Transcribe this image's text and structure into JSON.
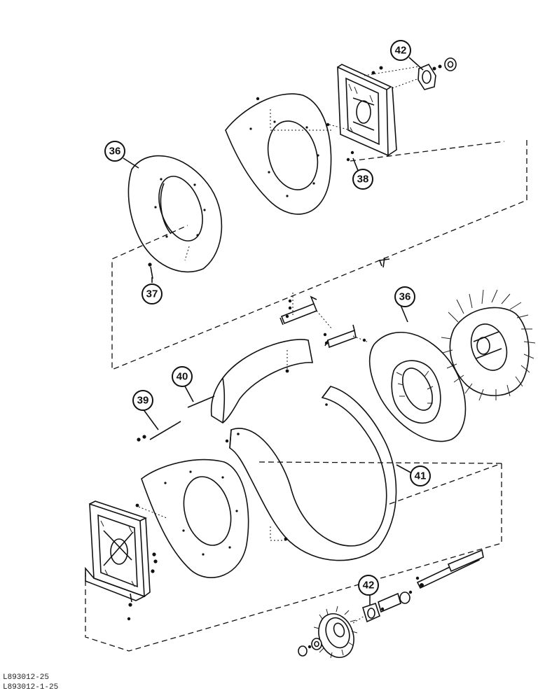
{
  "callouts": [
    {
      "id": "c42-top",
      "label": "42"
    },
    {
      "id": "c36-left",
      "label": "36"
    },
    {
      "id": "c38",
      "label": "38"
    },
    {
      "id": "c37",
      "label": "37"
    },
    {
      "id": "c36-right",
      "label": "36"
    },
    {
      "id": "c40",
      "label": "40"
    },
    {
      "id": "c39",
      "label": "39"
    },
    {
      "id": "c41",
      "label": "41"
    },
    {
      "id": "c42-bottom",
      "label": "42"
    }
  ],
  "reference_codes": [
    "L893012-25",
    "L893012-1-25"
  ]
}
